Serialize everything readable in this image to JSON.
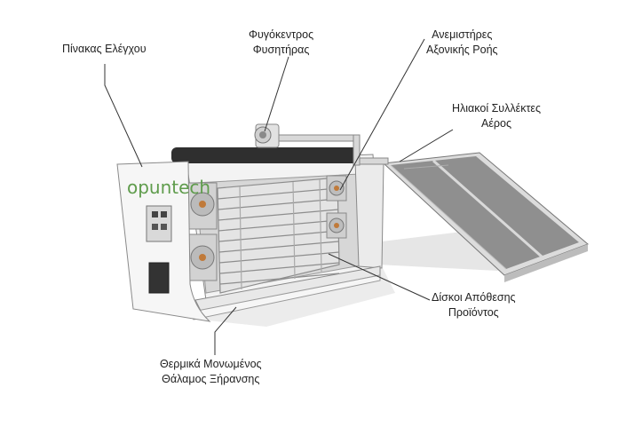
{
  "labels": {
    "control_panel": "Πίνακας Ελέγχου",
    "centrifugal_fan": [
      "Φυγόκεντρος",
      "Φυσητήρας"
    ],
    "axial_fans": [
      "Ανεμιστήρες",
      "Αξονικής Ροής"
    ],
    "solar_collectors": [
      "Ηλιακοί Συλλέκτες",
      "Αέρος"
    ],
    "product_trays": [
      "Δίσκοι Απόθεσης",
      "Προϊόντος"
    ],
    "drying_chamber": [
      "Θερμικά Μονωμένος",
      "Θάλαμος Ξήρανσης"
    ]
  },
  "brand": "opuntech",
  "colors": {
    "housing": "#f2f2f2",
    "housing_edge": "#8a8a8a",
    "collector_glass": "#8c8c8c",
    "collector_frame": "#d9d9d9",
    "shadow": "#e3e3e3",
    "duct": "#2f2f2f",
    "leader": "#333333",
    "brand_text": "#5f9c4c"
  }
}
